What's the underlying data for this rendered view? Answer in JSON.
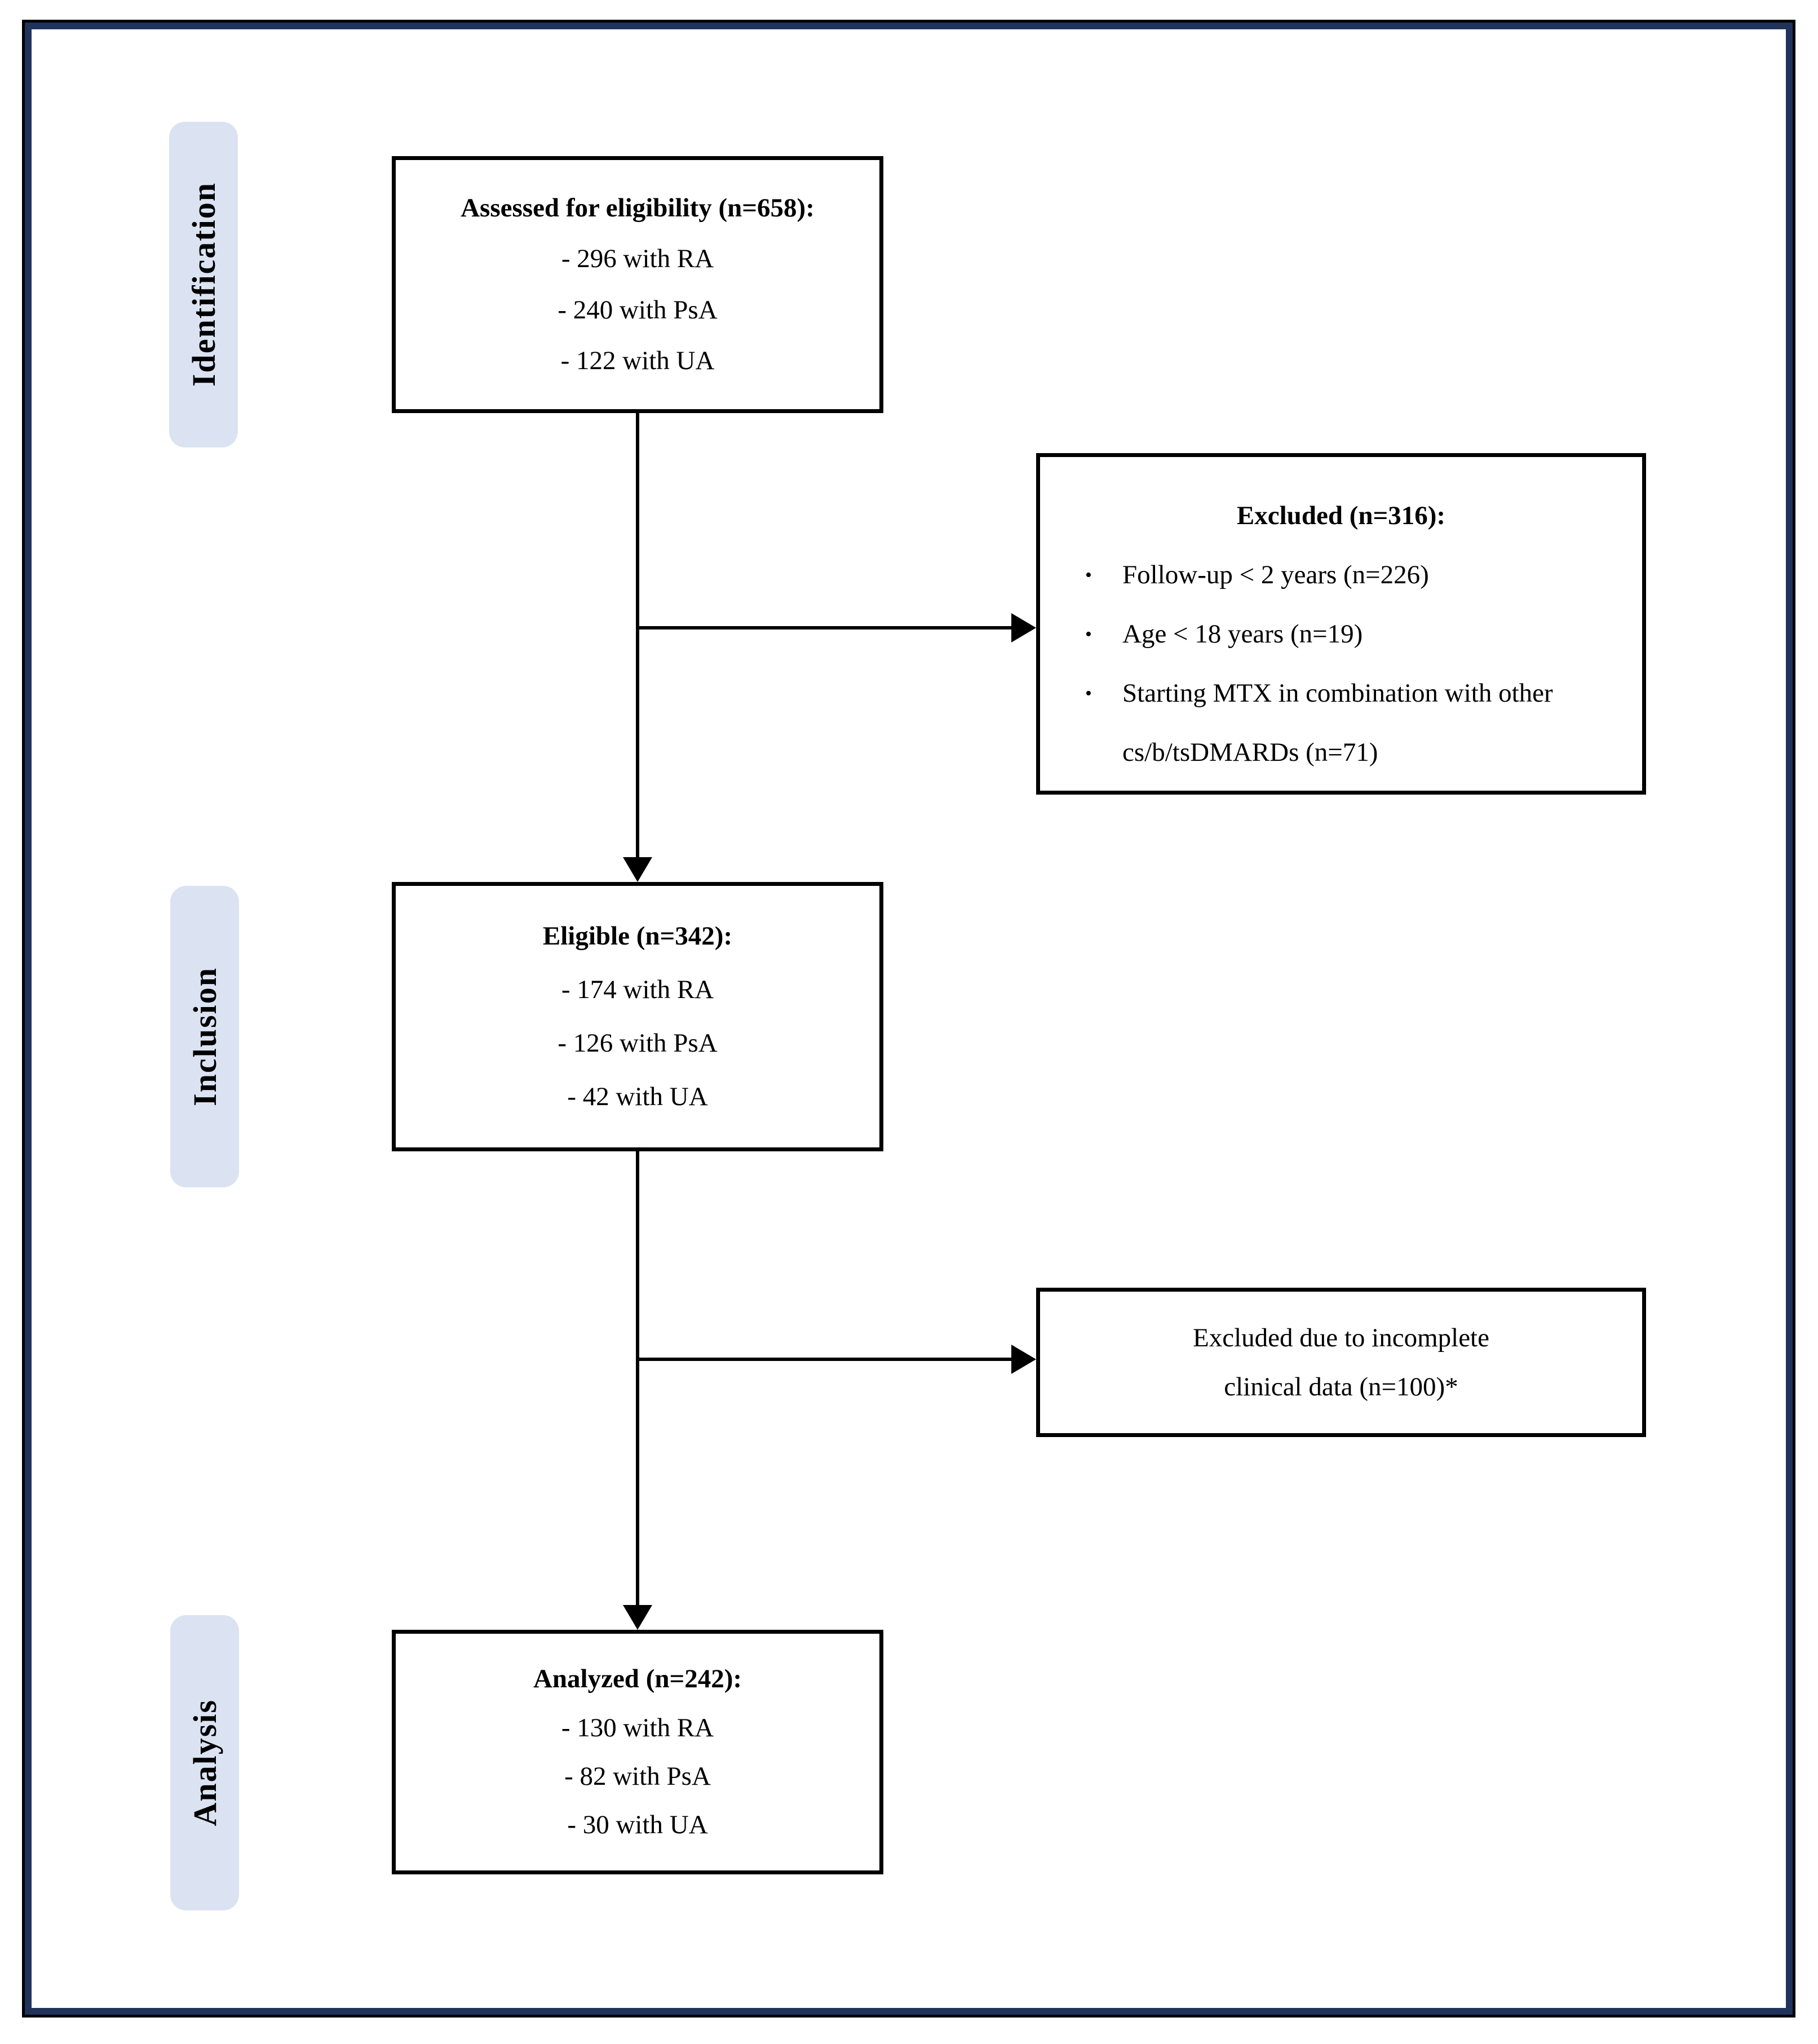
{
  "theme": {
    "frame_border": "#20335a",
    "frame_outline": "#000000",
    "stage_bg": "#dbe3f2",
    "box_border": "#000000",
    "connector": "#000000",
    "text": "#000000",
    "background": "#ffffff"
  },
  "stages": [
    {
      "label": "Identification"
    },
    {
      "label": "Inclusion"
    },
    {
      "label": "Analysis"
    }
  ],
  "boxes": {
    "assessed": {
      "title": "Assessed for eligibility (n=658):",
      "items": [
        "- 296 with RA",
        "- 240 with PsA",
        "- 122 with UA"
      ]
    },
    "excluded1": {
      "title": "Excluded (n=316):",
      "bullet_glyph": "•",
      "bullets": [
        "Follow-up < 2 years (n=226)",
        "Age < 18 years (n=19)",
        "Starting MTX in combination with other cs/b/tsDMARDs (n=71)"
      ]
    },
    "eligible": {
      "title": "Eligible (n=342):",
      "items": [
        "- 174 with RA",
        "- 126 with PsA",
        "- 42 with UA"
      ]
    },
    "excluded2": {
      "lines": [
        "Excluded due to incomplete",
        "clinical data (n=100)*"
      ]
    },
    "analyzed": {
      "title": "Analyzed (n=242):",
      "items": [
        "- 130 with RA",
        "- 82 with PsA",
        "- 30 with UA"
      ]
    }
  }
}
